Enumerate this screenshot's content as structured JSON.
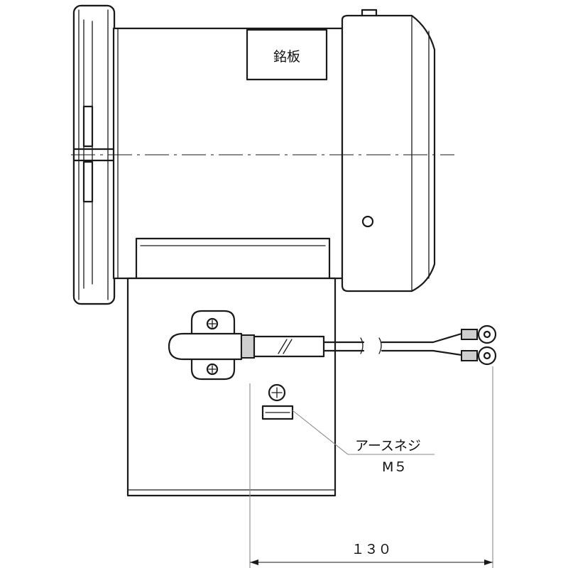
{
  "nameplate": {
    "label": "銘板"
  },
  "ground_screw": {
    "label": "アースネジ",
    "size": "M５"
  },
  "dimension": {
    "value": "１３０"
  }
}
